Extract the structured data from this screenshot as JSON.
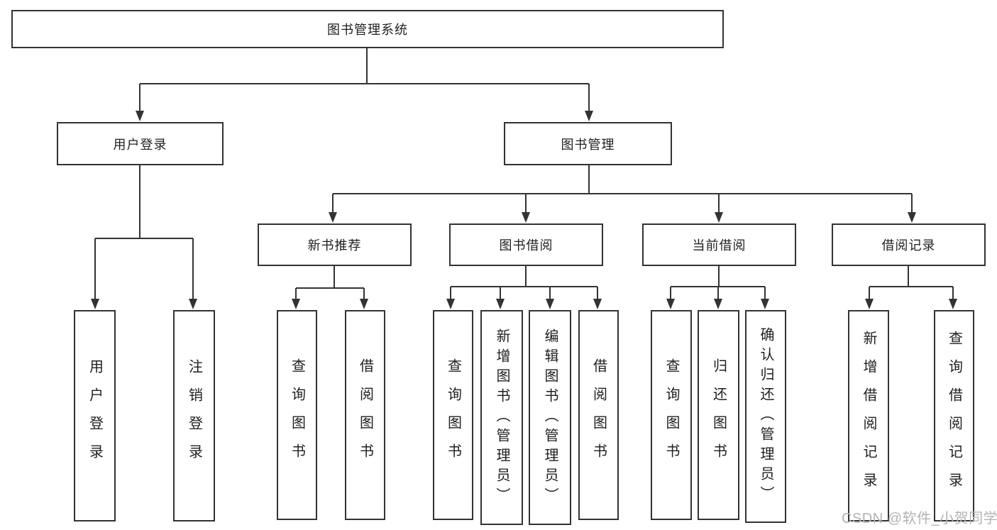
{
  "tree": {
    "root": {
      "label": "图书管理系统"
    },
    "branches": [
      {
        "label": "用户登录",
        "children": [
          {
            "label": "用户登录"
          },
          {
            "label": "注销登录"
          }
        ]
      },
      {
        "label": "图书管理",
        "sections": [
          {
            "label": "新书推荐",
            "children": [
              {
                "label": "查询图书"
              },
              {
                "label": "借阅图书"
              }
            ]
          },
          {
            "label": "图书借阅",
            "children": [
              {
                "label": "查询图书"
              },
              {
                "label": "新增图书（管理员）"
              },
              {
                "label": "编辑图书（管理员）"
              },
              {
                "label": "借阅图书"
              }
            ]
          },
          {
            "label": "当前借阅",
            "children": [
              {
                "label": "查询图书"
              },
              {
                "label": "归还图书"
              },
              {
                "label": "确认归还（管理员）"
              }
            ]
          },
          {
            "label": "借阅记录",
            "children": [
              {
                "label": "新增借阅记录"
              },
              {
                "label": "查询借阅记录"
              }
            ]
          }
        ]
      }
    ]
  },
  "watermark": {
    "text": "CSDN @软件_小贺同学"
  },
  "colors": {
    "line": "#333333",
    "text": "#1f1f1f",
    "watermark": "#b3b3b3",
    "background": "#ffffff"
  }
}
